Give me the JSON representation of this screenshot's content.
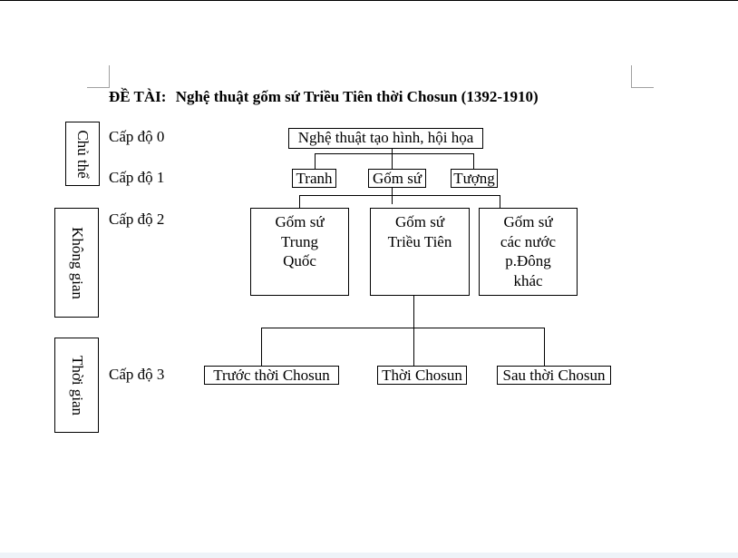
{
  "title": {
    "prefix": "ĐỀ TÀI:",
    "text": "Nghệ thuật gốm sứ Triều Tiên thời Chosun (1392-1910)"
  },
  "levels": [
    "Cấp độ 0",
    "Cấp độ 1",
    "Cấp độ 2",
    "Cấp độ 3"
  ],
  "side_labels": {
    "subject": "Chủ thể",
    "space": "Không gian",
    "time": "Thời gian"
  },
  "tree": {
    "root": "Nghệ thuật tạo hình, hội họa",
    "level1": [
      "Tranh",
      "Gốm sứ",
      "Tượng"
    ],
    "level2": [
      [
        "Gốm sứ",
        "Trung",
        "Quốc"
      ],
      [
        "Gốm sứ",
        "Triều Tiên"
      ],
      [
        "Gốm sứ",
        "các nước",
        "p.Đông",
        "khác"
      ]
    ],
    "level3": [
      "Trước thời Chosun",
      "Thời Chosun",
      "Sau thời Chosun"
    ]
  }
}
